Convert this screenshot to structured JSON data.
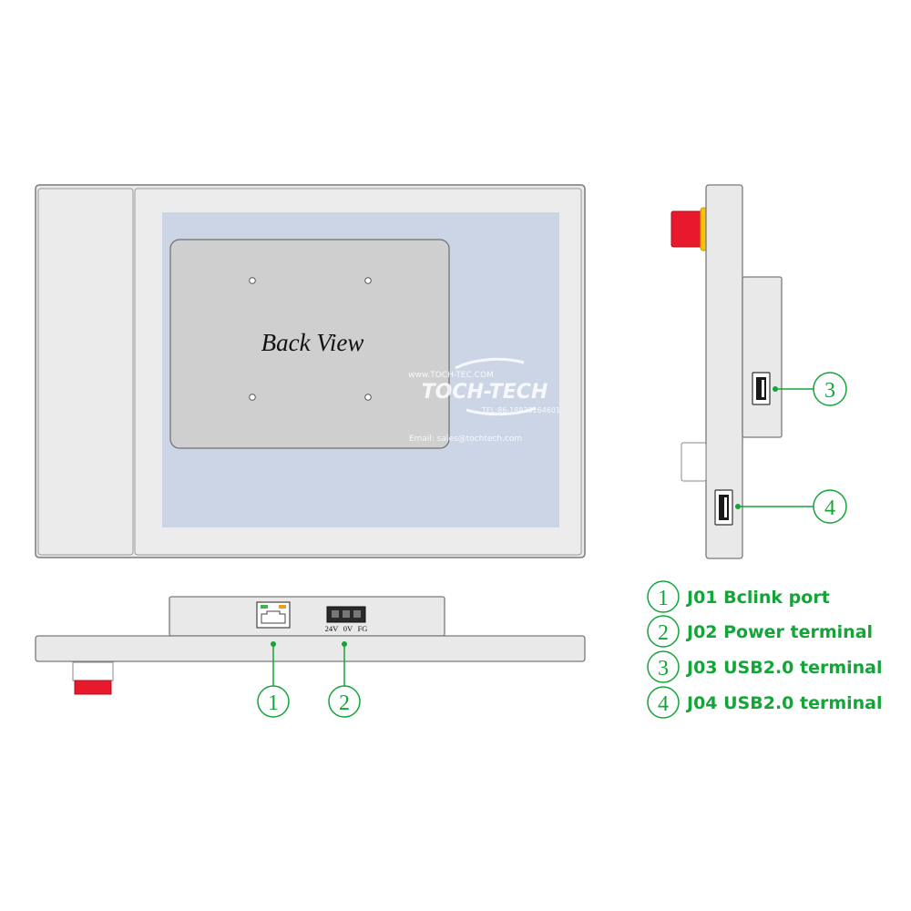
{
  "colors": {
    "panel_fill": "#e9e9e9",
    "panel_stroke": "#7a7a7a",
    "inner_blue": "#cbd5e6",
    "plate_fill": "#cfcfcf",
    "callout_green": "#13a538",
    "stop_red": "#e8192c",
    "stop_yellow": "#f5c400",
    "watermark": "#ffffff"
  },
  "back_view": {
    "label": "Back View"
  },
  "watermark": {
    "brand": "TOCH-TECH",
    "url": "www.TOCH-TEC.COM",
    "tel": "TEL:86-18823164601",
    "email": "Email: sales@tochtech.com"
  },
  "power_terminal_pins": {
    "pin1": "24V",
    "pin2": "0V",
    "pin3": "FG"
  },
  "callouts": {
    "c1": "1",
    "c2": "2",
    "c3": "3",
    "c4": "4"
  },
  "legend": [
    {
      "num": "1",
      "text": "J01 Bclink port"
    },
    {
      "num": "2",
      "text": "J02 Power terminal"
    },
    {
      "num": "3",
      "text": "J03 USB2.0 terminal"
    },
    {
      "num": "4",
      "text": "J04 USB2.0 terminal"
    }
  ],
  "icons": {
    "ethernet": "ethernet-port-icon",
    "usb": "usb-port-icon",
    "emergency_stop": "emergency-stop-icon",
    "mounting_hole": "mounting-hole-icon"
  }
}
